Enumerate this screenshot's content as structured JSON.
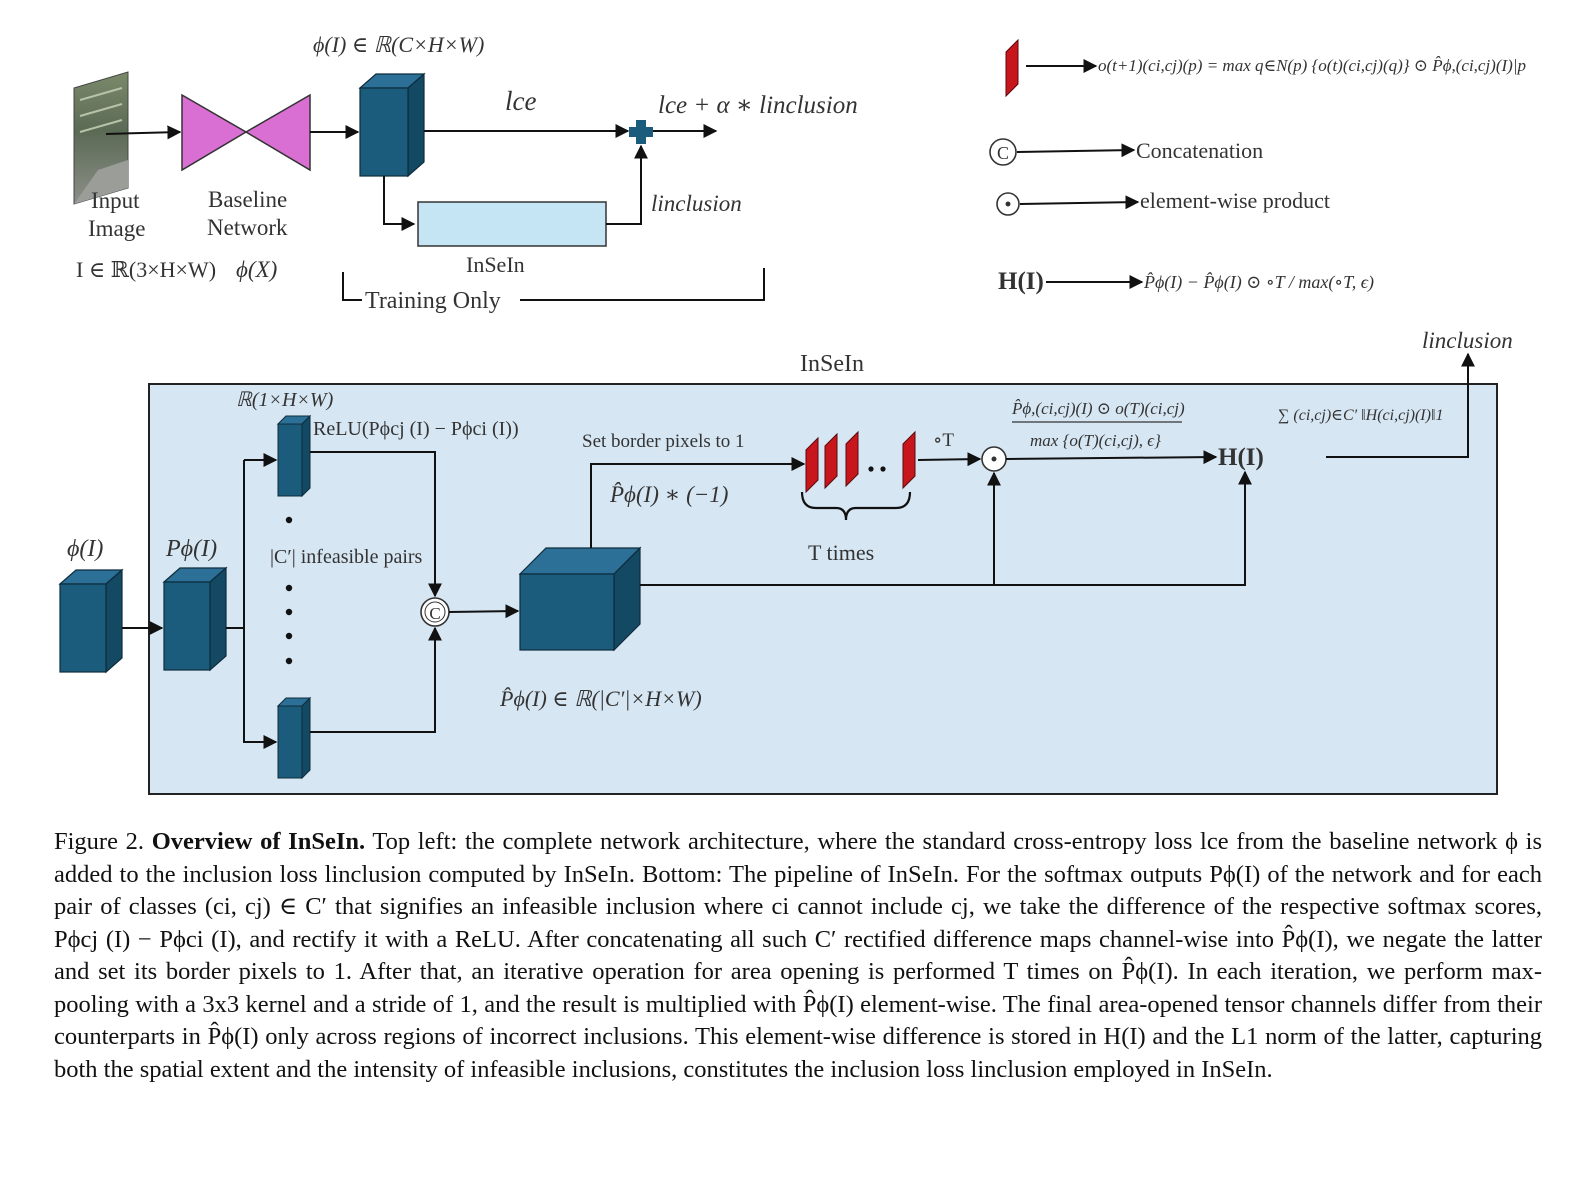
{
  "top_left": {
    "feature_label": "ϕ(I) ∈ ℝ(C×H×W)",
    "input_label_1": "Input",
    "input_label_2": "Image",
    "input_space": "I ∈ ℝ(3×H×W)",
    "baseline_label_1": "Baseline",
    "baseline_label_2": "Network",
    "baseline_symbol": "ϕ(X)",
    "lce": "lce",
    "total_loss": "lce + α ∗ linclusion",
    "linclusion": "linclusion",
    "inseln_box_label": "InSeIn",
    "training_only": "Training Only"
  },
  "legend": {
    "area_opening_formula": "o(t+1)(ci,cj)(p) = max q∈N(p) {o(t)(ci,cj)(q)} ⊙ P̂ϕ,(ci,cj)(I)|p",
    "concat_symbol": "C",
    "concat_label": "Concatenation",
    "product_symbol": "⊙",
    "product_label": "element-wise product",
    "h_label": "H(I)",
    "h_formula": "P̂ϕ(I) − P̂ϕ(I) ⊙ ∘T / max(∘T, ϵ)"
  },
  "bottom": {
    "title": "InSeIn",
    "linclusion_out": "linclusion",
    "phi_label": "ϕ(I)",
    "p_label": "Pϕ(I)",
    "channel_space": "ℝ(1×H×W)",
    "relu_label": "ReLU(Pϕcj (I) − Pϕci (I))",
    "pairs_label": "|C′| infeasible pairs",
    "concat_symbol": "C",
    "set_border": "Set border pixels to 1",
    "negate": "P̂ϕ(I) ∗ (−1)",
    "t_times": "T times",
    "o_t": "∘T",
    "ratio_num": "P̂ϕ,(ci,cj)(I) ⊙ o(T)(ci,cj)",
    "ratio_den": "max {o(T)(ci,cj), ϵ}",
    "product_symbol": "⊙",
    "h_node": "H(I)",
    "sum_label": "∑ (ci,cj)∈C′ ‖H(ci,cj)(I)‖1",
    "phat_space": "P̂ϕ(I) ∈ ℝ(|C′|×H×W)"
  },
  "caption": {
    "fig": "Figure 2.",
    "title": "Overview of InSeIn.",
    "body": "Top left: the complete network architecture, where the standard cross-entropy loss lce from the baseline network ϕ is added to the inclusion loss linclusion computed by InSeIn. Bottom: The pipeline of InSeIn. For the softmax outputs Pϕ(I) of the network and for each pair of classes (ci, cj) ∈ C′ that signifies an infeasible inclusion where ci cannot include cj, we take the difference of the respective softmax scores, Pϕcj (I) − Pϕci (I), and rectify it with a ReLU. After concatenating all such C′ rectified difference maps channel-wise into P̂ϕ(I), we negate the latter and set its border pixels to 1. After that, an iterative operation for area opening is performed T times on P̂ϕ(I). In each iteration, we perform max-pooling with a 3x3 kernel and a stride of 1, and the result is multiplied with P̂ϕ(I) element-wise. The final area-opened tensor channels differ from their counterparts in P̂ϕ(I) only across regions of incorrect inclusions. This element-wise difference is stored in H(I) and the L1 norm of the latter, capturing both the spatial extent and the intensity of infeasible inclusions, constitutes the inclusion loss linclusion employed in InSeIn."
  },
  "colors": {
    "cube_front": "#1b5b7c",
    "cube_side": "#134963",
    "cube_top": "#2c7097",
    "baseline_fill": "#d96fd2",
    "inseln_fill": "#c5e5f4",
    "panel_fill": "#d6e6f3",
    "red_block": "#c8161d"
  }
}
